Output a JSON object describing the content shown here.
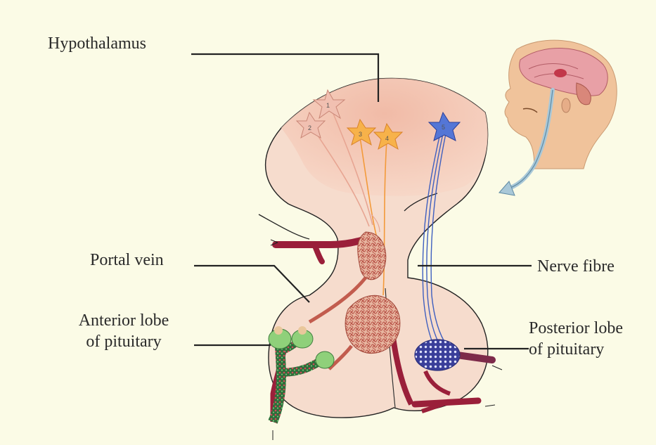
{
  "labels": {
    "hypothalamus": "Hypothalamus",
    "portal_vein": "Portal vein",
    "nerve_fibre": "Nerve fibre",
    "anterior_line1": "Anterior lobe",
    "anterior_line2": "of pituitary",
    "posterior_line1": "Posterior lobe",
    "posterior_line2": "of pituitary"
  },
  "neuron_numbers": [
    "1",
    "2",
    "3",
    "4",
    "5"
  ],
  "colors": {
    "background": "#fbfbe6",
    "tissue": "#f6dccd",
    "hypothalamus_region": "#f3c2ad",
    "neuron_1_2": "#e7a592",
    "neuron_3_4": "#f39a3a",
    "neuron_5": "#3f5fbf",
    "vessel": "#9a1f3a",
    "capillary": "#b45a4a",
    "gland_cells": "#5cb85c",
    "leader_line": "#222222"
  }
}
